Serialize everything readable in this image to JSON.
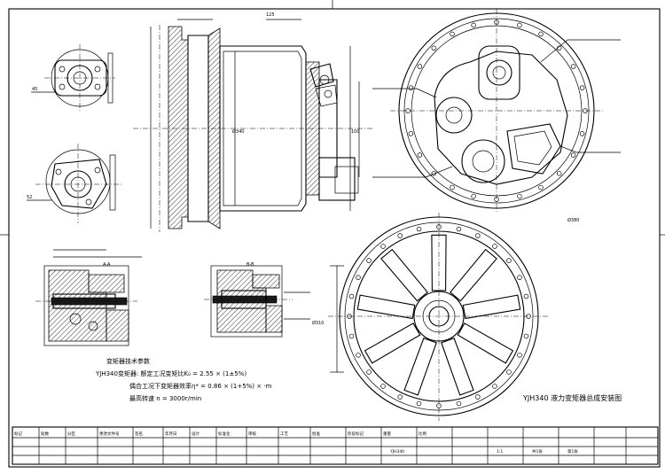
{
  "drawing": {
    "title": "YJH340 液力变矩器总成安装图",
    "spec_title": "变矩器技术参数",
    "spec_lines": [
      "YJH340变矩器:  额定工况变矩比K₀ = 2.55 × (1±5%)",
      "偶合工况下变矩器效率η* = 0.86 × (1+5%) × ·m",
      "最高转速 n = 3000r/min"
    ],
    "section_labels": [
      "A-A",
      "B-B"
    ],
    "dimensions": [
      "Ø340",
      "Ø380",
      "Ø310",
      "125",
      "100",
      "45",
      "52"
    ]
  },
  "title_block": {
    "headers": [
      "标记",
      "处数",
      "分区",
      "更改文件号",
      "签名",
      "年月日",
      "设计",
      "标准化",
      "审核",
      "工艺",
      "批准",
      "阶段标记",
      "重量",
      "比例"
    ],
    "row_values": [
      "YJH340",
      "1:1",
      "共1张",
      "第1张"
    ]
  }
}
